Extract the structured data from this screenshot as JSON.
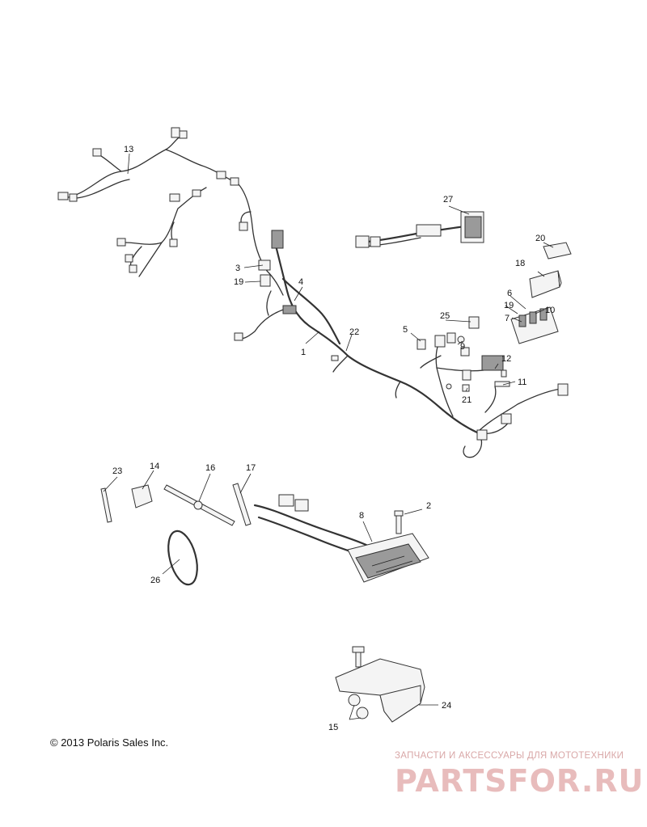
{
  "diagram": {
    "copyright": "© 2013 Polaris Sales Inc.",
    "watermark": {
      "tagline": "ЗАПЧАСТИ И АКСЕССУАРЫ ДЛЯ МОТОТЕХНИКИ",
      "logo_text": "PARTSFOR.RU"
    },
    "callouts": [
      "1",
      "2",
      "3",
      "4",
      "5",
      "6",
      "7",
      "8",
      "9",
      "10",
      "11",
      "12",
      "13",
      "14",
      "15",
      "16",
      "17",
      "18",
      "19",
      "19",
      "20",
      "21",
      "22",
      "23",
      "24",
      "25",
      "26",
      "27"
    ]
  }
}
